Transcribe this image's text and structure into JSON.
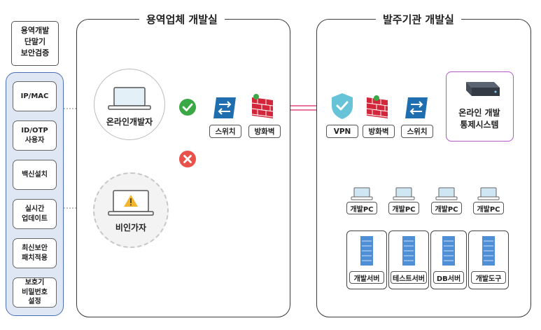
{
  "panels": {
    "vendor_title": "용역업체 개발실",
    "client_title": "발주기관 개발실"
  },
  "left_column": {
    "title": "용역개발\n단말기\n보안검증",
    "items": [
      "IP/MAC",
      "ID/OTP\n사용자",
      "백신설치",
      "실시간\n업데이트",
      "최신보안\n패치적용",
      "보호기\n비밀번호\n설정"
    ]
  },
  "vendor": {
    "online_dev": "온라인개발자",
    "non_user": "비인가자",
    "switch_label": "스위치",
    "firewall_label": "방화벽"
  },
  "client": {
    "vpn_label": "VPN",
    "firewall_label": "방화벽",
    "switch_label": "스위치",
    "control_system": "온라인 개발\n통제시스템",
    "dev_pcs": [
      "개발PC",
      "개발PC",
      "개발PC",
      "개발PC"
    ],
    "servers": [
      "개발서버",
      "테스트서버",
      "DB서버",
      "개발도구"
    ]
  },
  "colors": {
    "accent_line": "#e0457b",
    "check_green": "#3aa845",
    "deny_red": "#e8524a",
    "left_column_fill": "#dfe7f4",
    "left_column_border": "#4a6fb5",
    "switch_blue": "#1f6fb0",
    "firewall_red": "#d3263a",
    "server_blue": "#4f8fd6",
    "control_border": "#b455c8"
  }
}
